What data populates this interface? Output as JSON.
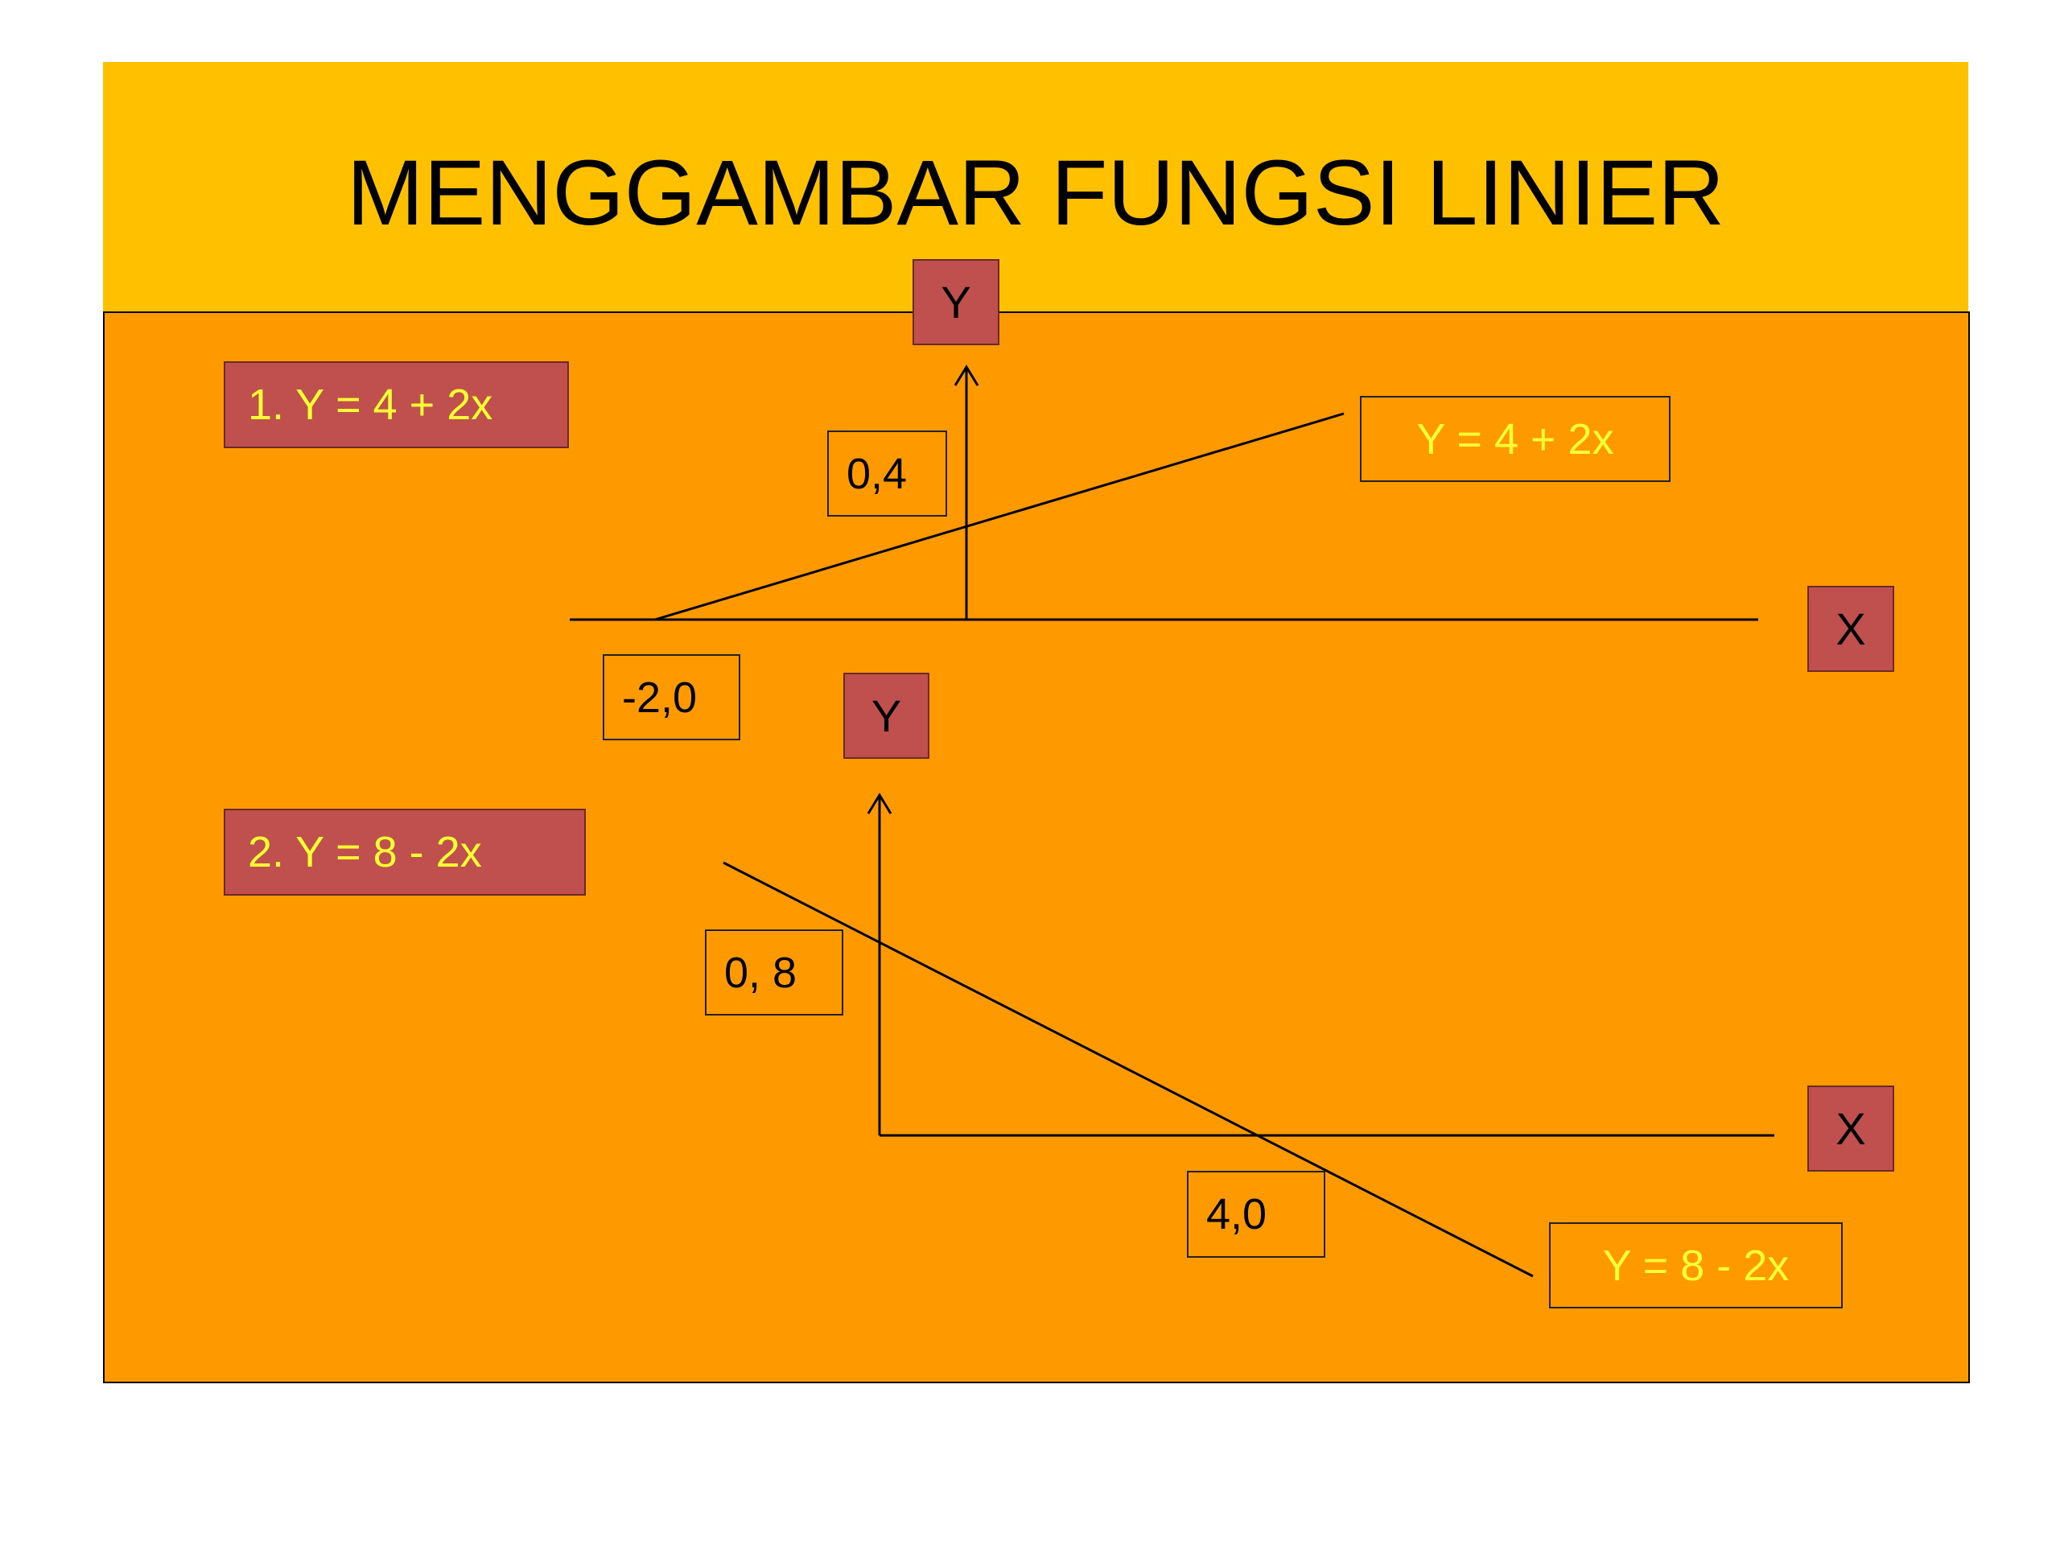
{
  "title": "MENGGAMBAR FUNGSI LINIER",
  "colors": {
    "header_bg": "#ffc000",
    "panel_bg": "#ff9900",
    "box_red": "#c0504d",
    "label_yellow": "#ffff33"
  },
  "graph1": {
    "equation": "1. Y = 4 + 2x",
    "axis_y": "Y",
    "axis_x": "X",
    "point_y_intercept": "0,4",
    "point_x_intercept": "-2,0",
    "line_label": "Y = 4 + 2x"
  },
  "graph2": {
    "equation": "2. Y = 8 - 2x",
    "axis_y": "Y",
    "axis_x": "X",
    "point_y_intercept": "0, 8",
    "point_x_intercept": "4,0",
    "line_label": "Y = 8 - 2x"
  }
}
